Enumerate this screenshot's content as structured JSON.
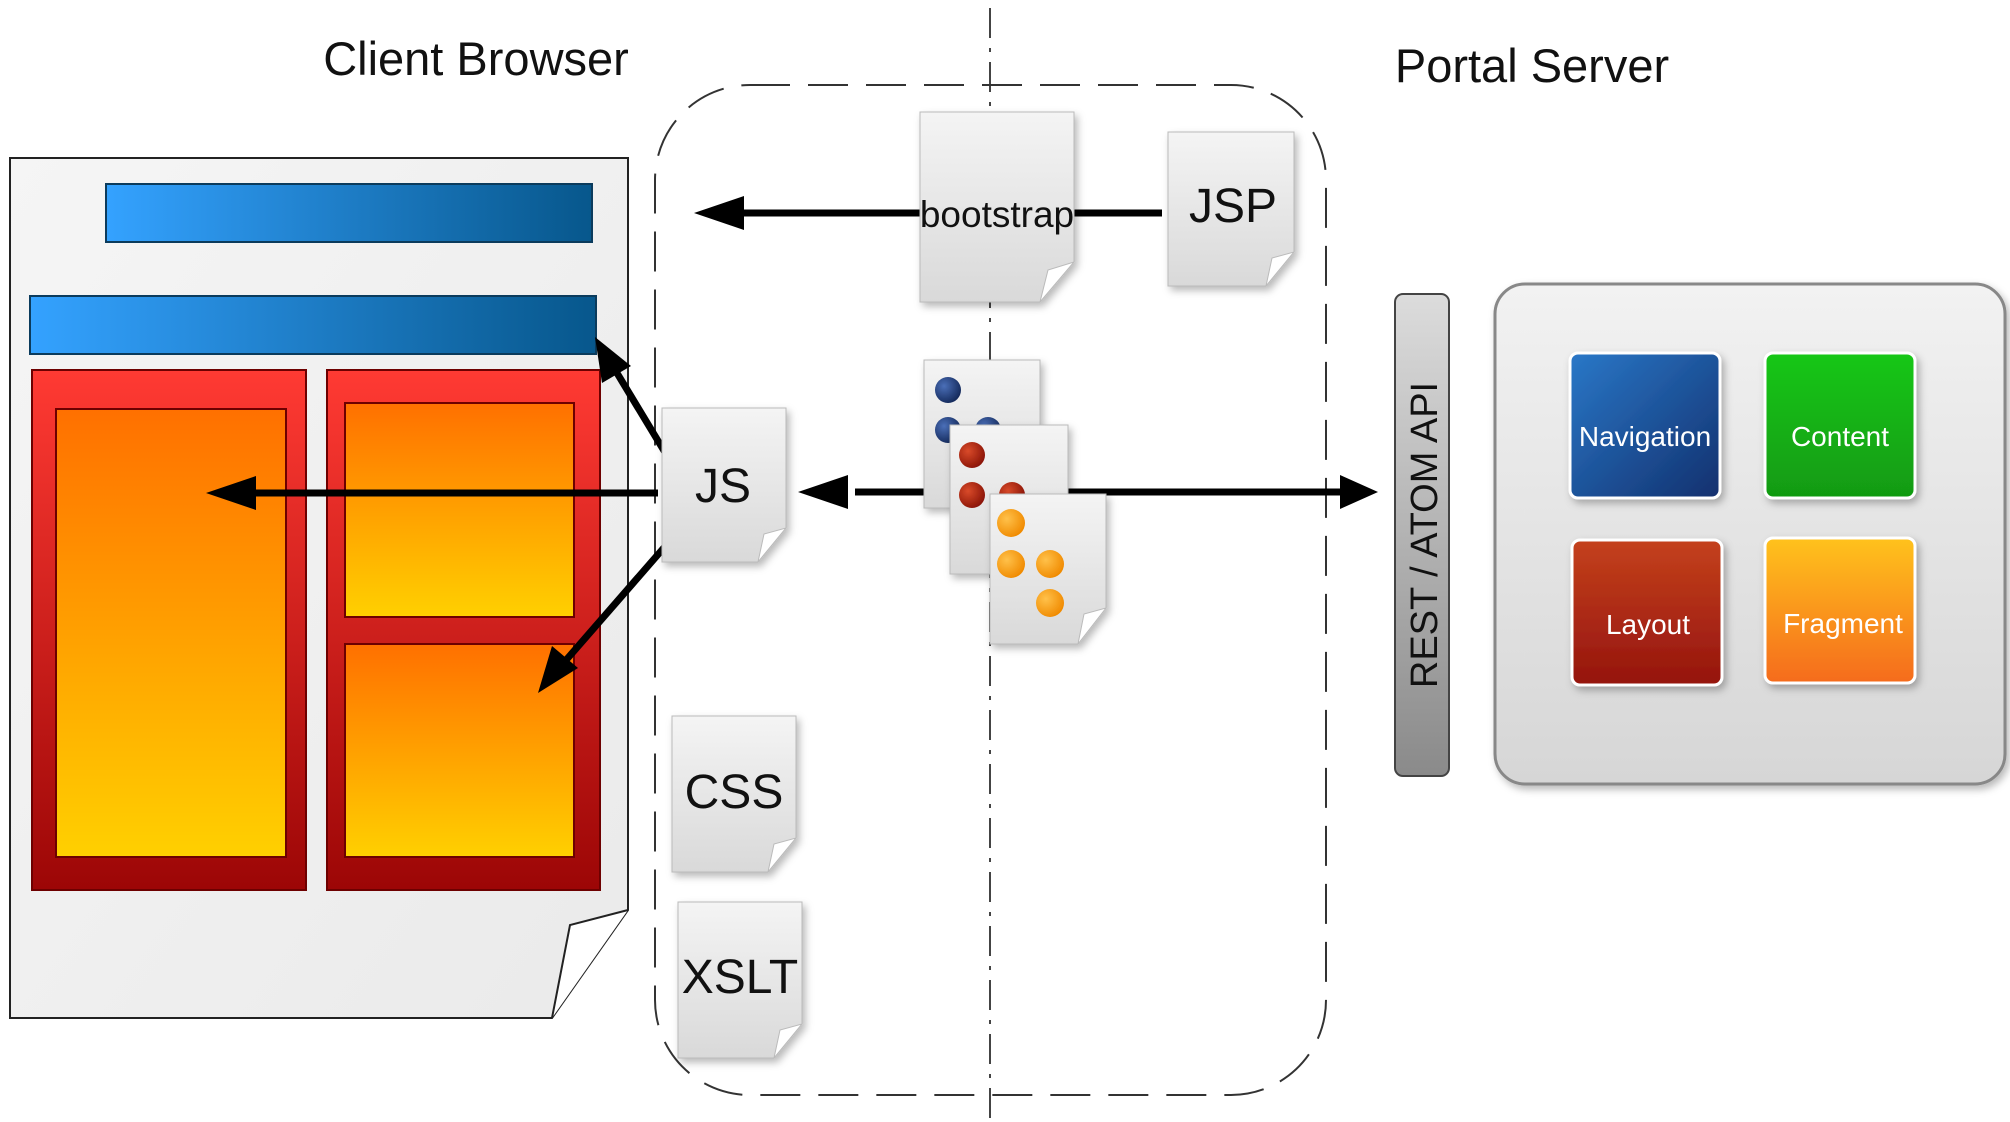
{
  "titles": {
    "client": "Client Browser",
    "server": "Portal Server"
  },
  "files": {
    "bootstrap": "bootstrap",
    "jsp": "JSP",
    "js": "JS",
    "css": "CSS",
    "xslt": "XSLT"
  },
  "api": {
    "label": "REST / ATOM API"
  },
  "services": [
    {
      "label": "Navigation",
      "color": "#1d5aa8"
    },
    {
      "label": "Content",
      "color": "#1fa81f"
    },
    {
      "label": "Layout",
      "color": "#b3311a"
    },
    {
      "label": "Fragment",
      "color": "#f7a21c"
    }
  ],
  "colors": {
    "header_bar": "#2e8fe0",
    "portlet_frame": "#e3201c",
    "portlet_body": "#fb8c00",
    "dots_blue": "#1f3d7a",
    "dots_red": "#b0200a",
    "dots_orange": "#f79a12"
  }
}
